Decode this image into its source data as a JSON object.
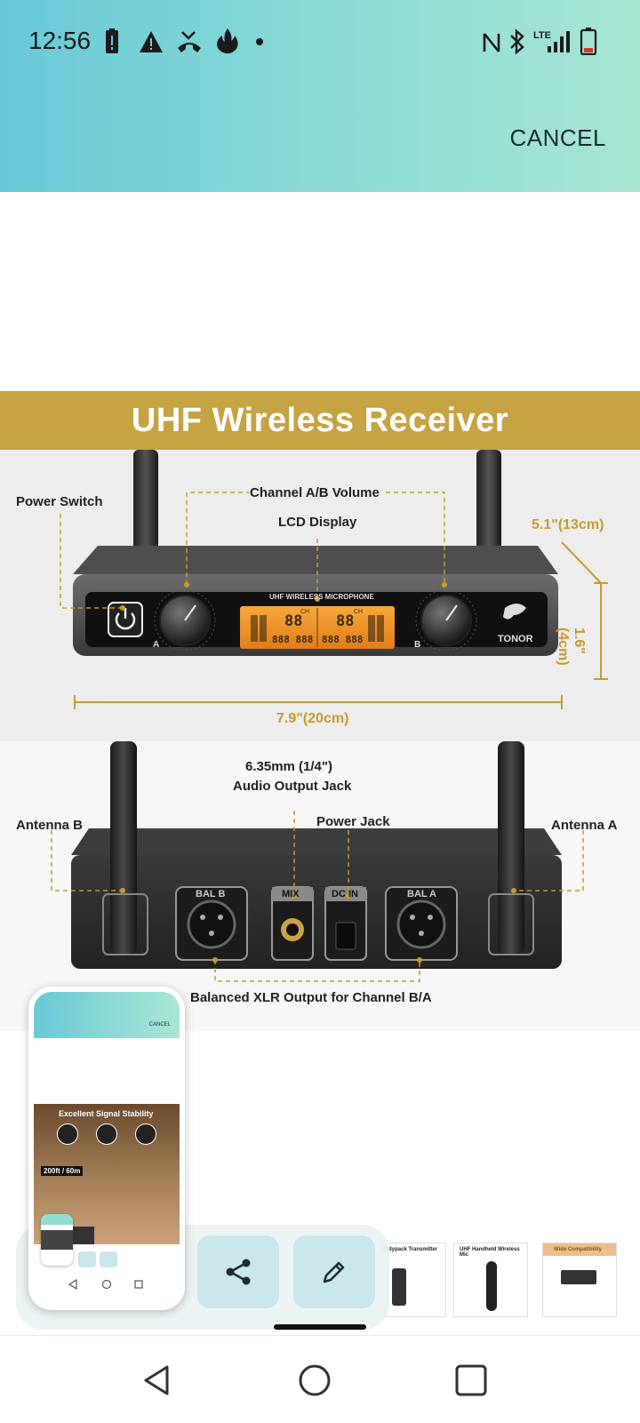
{
  "status": {
    "time": "12:56",
    "network_label": "LTE"
  },
  "header": {
    "cancel_label": "CANCEL"
  },
  "image": {
    "banner_title": "UHF Wireless Receiver",
    "labels": {
      "power_switch": "Power Switch",
      "channel_volume": "Channel A/B Volume",
      "lcd_display": "LCD Display",
      "depth": "5.1\"(13cm)",
      "height": "1.6\"(4cm)",
      "width": "7.9\"(20cm)",
      "audio_output_size": "6.35mm (1/4\")",
      "audio_output": "Audio Output Jack",
      "power_jack": "Power Jack",
      "antenna_b": "Antenna B",
      "antenna_a": "Antenna A",
      "balanced_xlr": "Balanced XLR Output for Channel B/A"
    },
    "device_text": {
      "lcd_heading": "UHF WIRELESS MICROPHONE",
      "brand": "TONOR",
      "bal_b": "BAL B",
      "mix": "MIX",
      "dc_in": "DC IN",
      "bal_a": "BAL A",
      "knob_a": "A",
      "knob_b": "B",
      "ch": "CH",
      "seg": "88",
      "seg_long": "888 888"
    }
  },
  "preview": {
    "title": "Excellent Signal Stability",
    "range": "200ft / 60m",
    "cancel_label": "CANCEL"
  },
  "thumbnails": [
    {
      "title": "Bodypack Transmitter"
    },
    {
      "title": "UHF Handheld Wireless Mic"
    },
    {
      "title": "Wide Compatibility"
    }
  ],
  "colors": {
    "banner": "#c6a343",
    "accent_gold": "#c49b2d",
    "status_gradient_start": "#69c9d8",
    "status_gradient_end": "#a8e6d4",
    "action_button": "#c9e6ea"
  }
}
